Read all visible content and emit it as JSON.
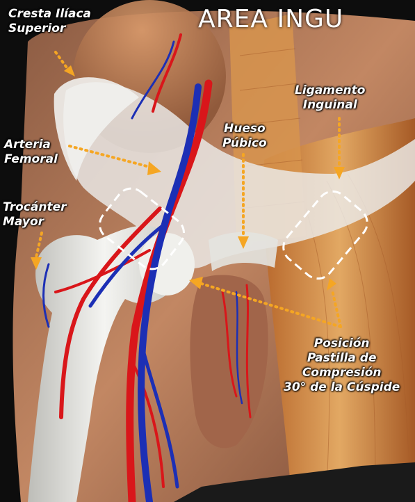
{
  "title": {
    "line2": "AREA INGU"
  },
  "labels": {
    "cresta": {
      "line1": "Cresta Ilíaca",
      "line2": "Superior"
    },
    "arteria": {
      "line1": "Arteria",
      "line2": "Femoral"
    },
    "trocanter": {
      "line1": "Trocánter",
      "line2": "Mayor"
    },
    "hueso": {
      "line1": "Hueso",
      "line2": "Púbico"
    },
    "ligamento": {
      "line1": "Ligamento",
      "line2": "Inguinal"
    },
    "posicion": {
      "line1": "Posición",
      "line2": "Pastilla de",
      "line3": "Compresión",
      "line4": "30° de la Cúspide"
    }
  },
  "colors": {
    "label_arrow": "#f5a623",
    "artery": "#d9161a",
    "vein": "#1c2fb5",
    "bone": "#e9e9e6",
    "muscle": "#d69a55",
    "skin": "#b07a5a"
  }
}
